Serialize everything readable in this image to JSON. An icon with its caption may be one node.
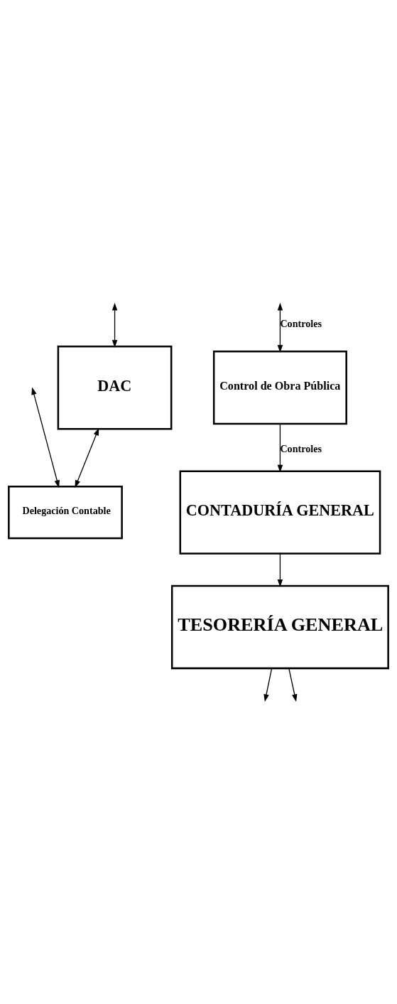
{
  "diagram": {
    "nodes": [
      {
        "text": [
          "DAC"
        ]
      },
      {
        "text": [
          "Delegación Contable"
        ]
      },
      {
        "text": [
          "Control de Obra Pública"
        ]
      },
      {
        "text": [
          "CONTADURÍA GENERAL"
        ]
      },
      {
        "text": [
          "TESORERÍA GENERAL"
        ]
      }
    ],
    "edges": [
      {
        "from": null,
        "to": 0,
        "arrow": "both"
      },
      {
        "from": null,
        "to": 1,
        "arrow": "both"
      },
      {
        "from": 0,
        "to": 1,
        "arrow": "both"
      },
      {
        "from": null,
        "to": 2,
        "arrow": "both",
        "label": "Controles"
      },
      {
        "from": 2,
        "to": 3,
        "arrow": "to",
        "label": "Controles"
      },
      {
        "from": 3,
        "to": 4,
        "arrow": "to"
      },
      {
        "from": 4,
        "to": null,
        "arrow": "to"
      },
      {
        "from": 4,
        "to": null,
        "arrow": "to"
      }
    ]
  }
}
